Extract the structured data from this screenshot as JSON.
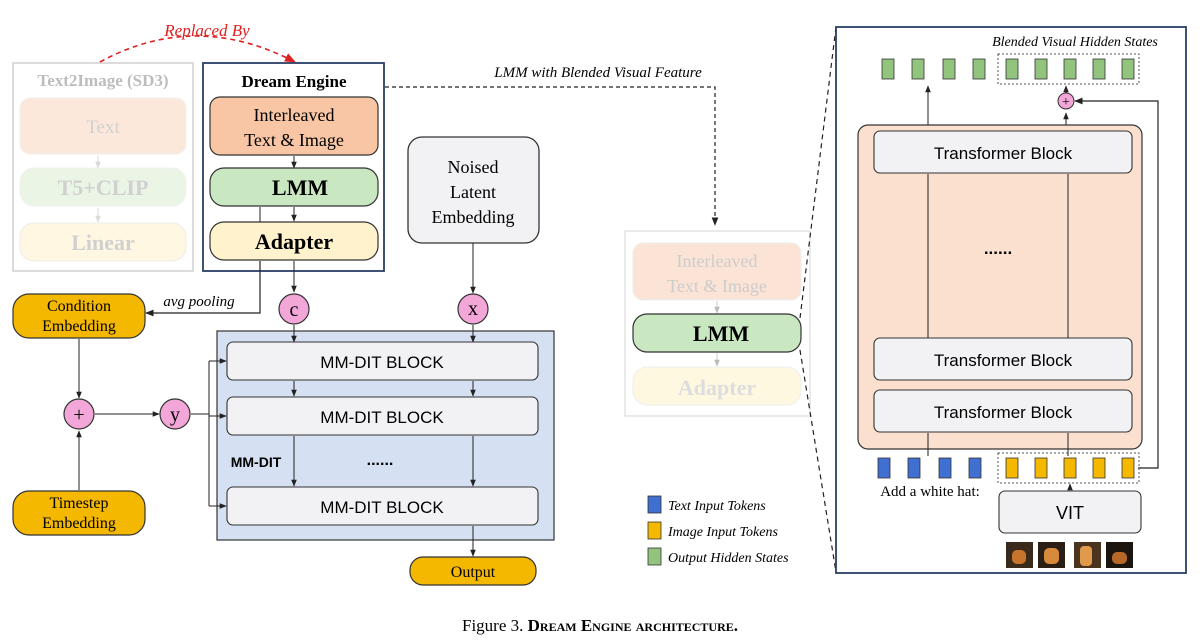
{
  "replaced_by": "Replaced By",
  "text2image": {
    "title": "Text2Image (SD3)",
    "text": "Text",
    "t5clip": "T5+CLIP",
    "linear": "Linear"
  },
  "dream_engine": {
    "title": "Dream Engine",
    "interleaved_line1": "Interleaved",
    "interleaved_line2": "Text & Image",
    "lmm": "LMM",
    "adapter": "Adapter"
  },
  "lmm_link_label": "LMM with Blended Visual Feature",
  "noised": {
    "line1": "Noised",
    "line2": "Latent",
    "line3": "Embedding"
  },
  "avg_pooling": "avg pooling",
  "symbols": {
    "c": "c",
    "x": "x",
    "y": "y",
    "plus": "+"
  },
  "condition": {
    "line1": "Condition",
    "line2": "Embedding"
  },
  "timestep": {
    "line1": "Timestep",
    "line2": "Embedding"
  },
  "mmdit": {
    "block": "MM-DIT BLOCK",
    "label": "MM-DIT",
    "ellipsis": "......",
    "output": "Output"
  },
  "zoom_lmm": {
    "interleaved_line1": "Interleaved",
    "interleaved_line2": "Text & Image",
    "lmm": "LMM",
    "adapter": "Adapter"
  },
  "legend": [
    {
      "label": "Text Input Tokens",
      "color": "#3f6fd0"
    },
    {
      "label": "Image Input Tokens",
      "color": "#f5b800"
    },
    {
      "label": "Output Hidden States",
      "color": "#93c47d"
    }
  ],
  "detail": {
    "blended_title": "Blended Visual Hidden States",
    "transformer": "Transformer Block",
    "ellipsis": "......",
    "prompt": "Add a white hat:",
    "vit": "VIT"
  },
  "caption": {
    "prefix": "Figure 3. ",
    "bold": "Dream Engine architecture."
  },
  "colors": {
    "orange_fill": "#f8c6a4",
    "green_fill": "#c9e7c0",
    "yellow_fill": "#fff2cc",
    "gold": "#f5b800",
    "pink": "#f3a6d8",
    "dit_bg": "#d5e0f2",
    "salmon_bg": "#fbe0d0",
    "text_blue": "#3f6fd0",
    "out_green": "#93c47d",
    "red": "#e02020"
  }
}
